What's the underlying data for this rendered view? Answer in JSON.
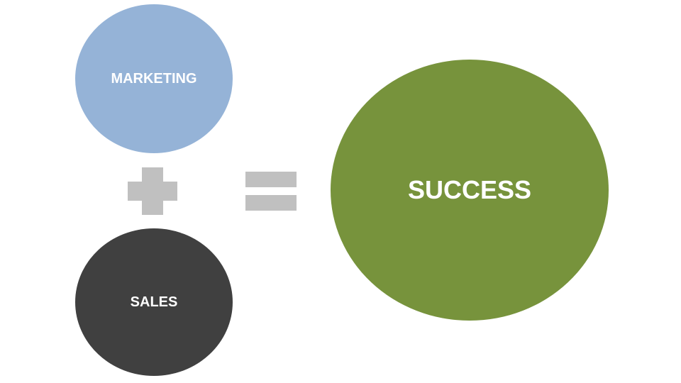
{
  "nodes": {
    "marketing": {
      "label": "MARKETING",
      "color": "#95b3d7"
    },
    "sales": {
      "label": "SALES",
      "color": "#404040"
    },
    "success": {
      "label": "SUCCESS",
      "color": "#77933c"
    }
  },
  "operators": {
    "plus_icon": "plus-icon",
    "equals_icon": "equals-icon",
    "color": "#c0c0c0"
  }
}
